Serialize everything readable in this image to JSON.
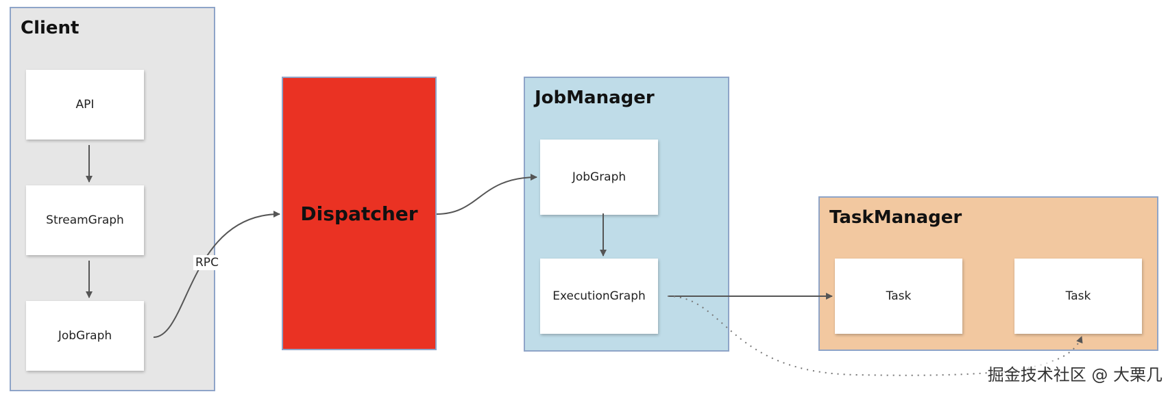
{
  "groups": {
    "client": {
      "title": "Client"
    },
    "jobmanager": {
      "title": "JobManager"
    },
    "taskmanager": {
      "title": "TaskManager"
    }
  },
  "nodes": {
    "api": "API",
    "streamgraph": "StreamGraph",
    "client_jobgraph": "JobGraph",
    "dispatcher": "Dispatcher",
    "jm_jobgraph": "JobGraph",
    "executiongraph": "ExecutionGraph",
    "task1": "Task",
    "task2": "Task"
  },
  "edges": {
    "rpc_label": "RPC"
  },
  "watermark": "掘金技术社区 @ 大栗几",
  "colors": {
    "client_bg": "#e6e6e6",
    "jobmanager_bg": "#bfdce8",
    "taskmanager_bg": "#f2c8a0",
    "dispatcher_bg": "#ea3223",
    "border": "#8ea4c8",
    "arrow": "#555555"
  }
}
